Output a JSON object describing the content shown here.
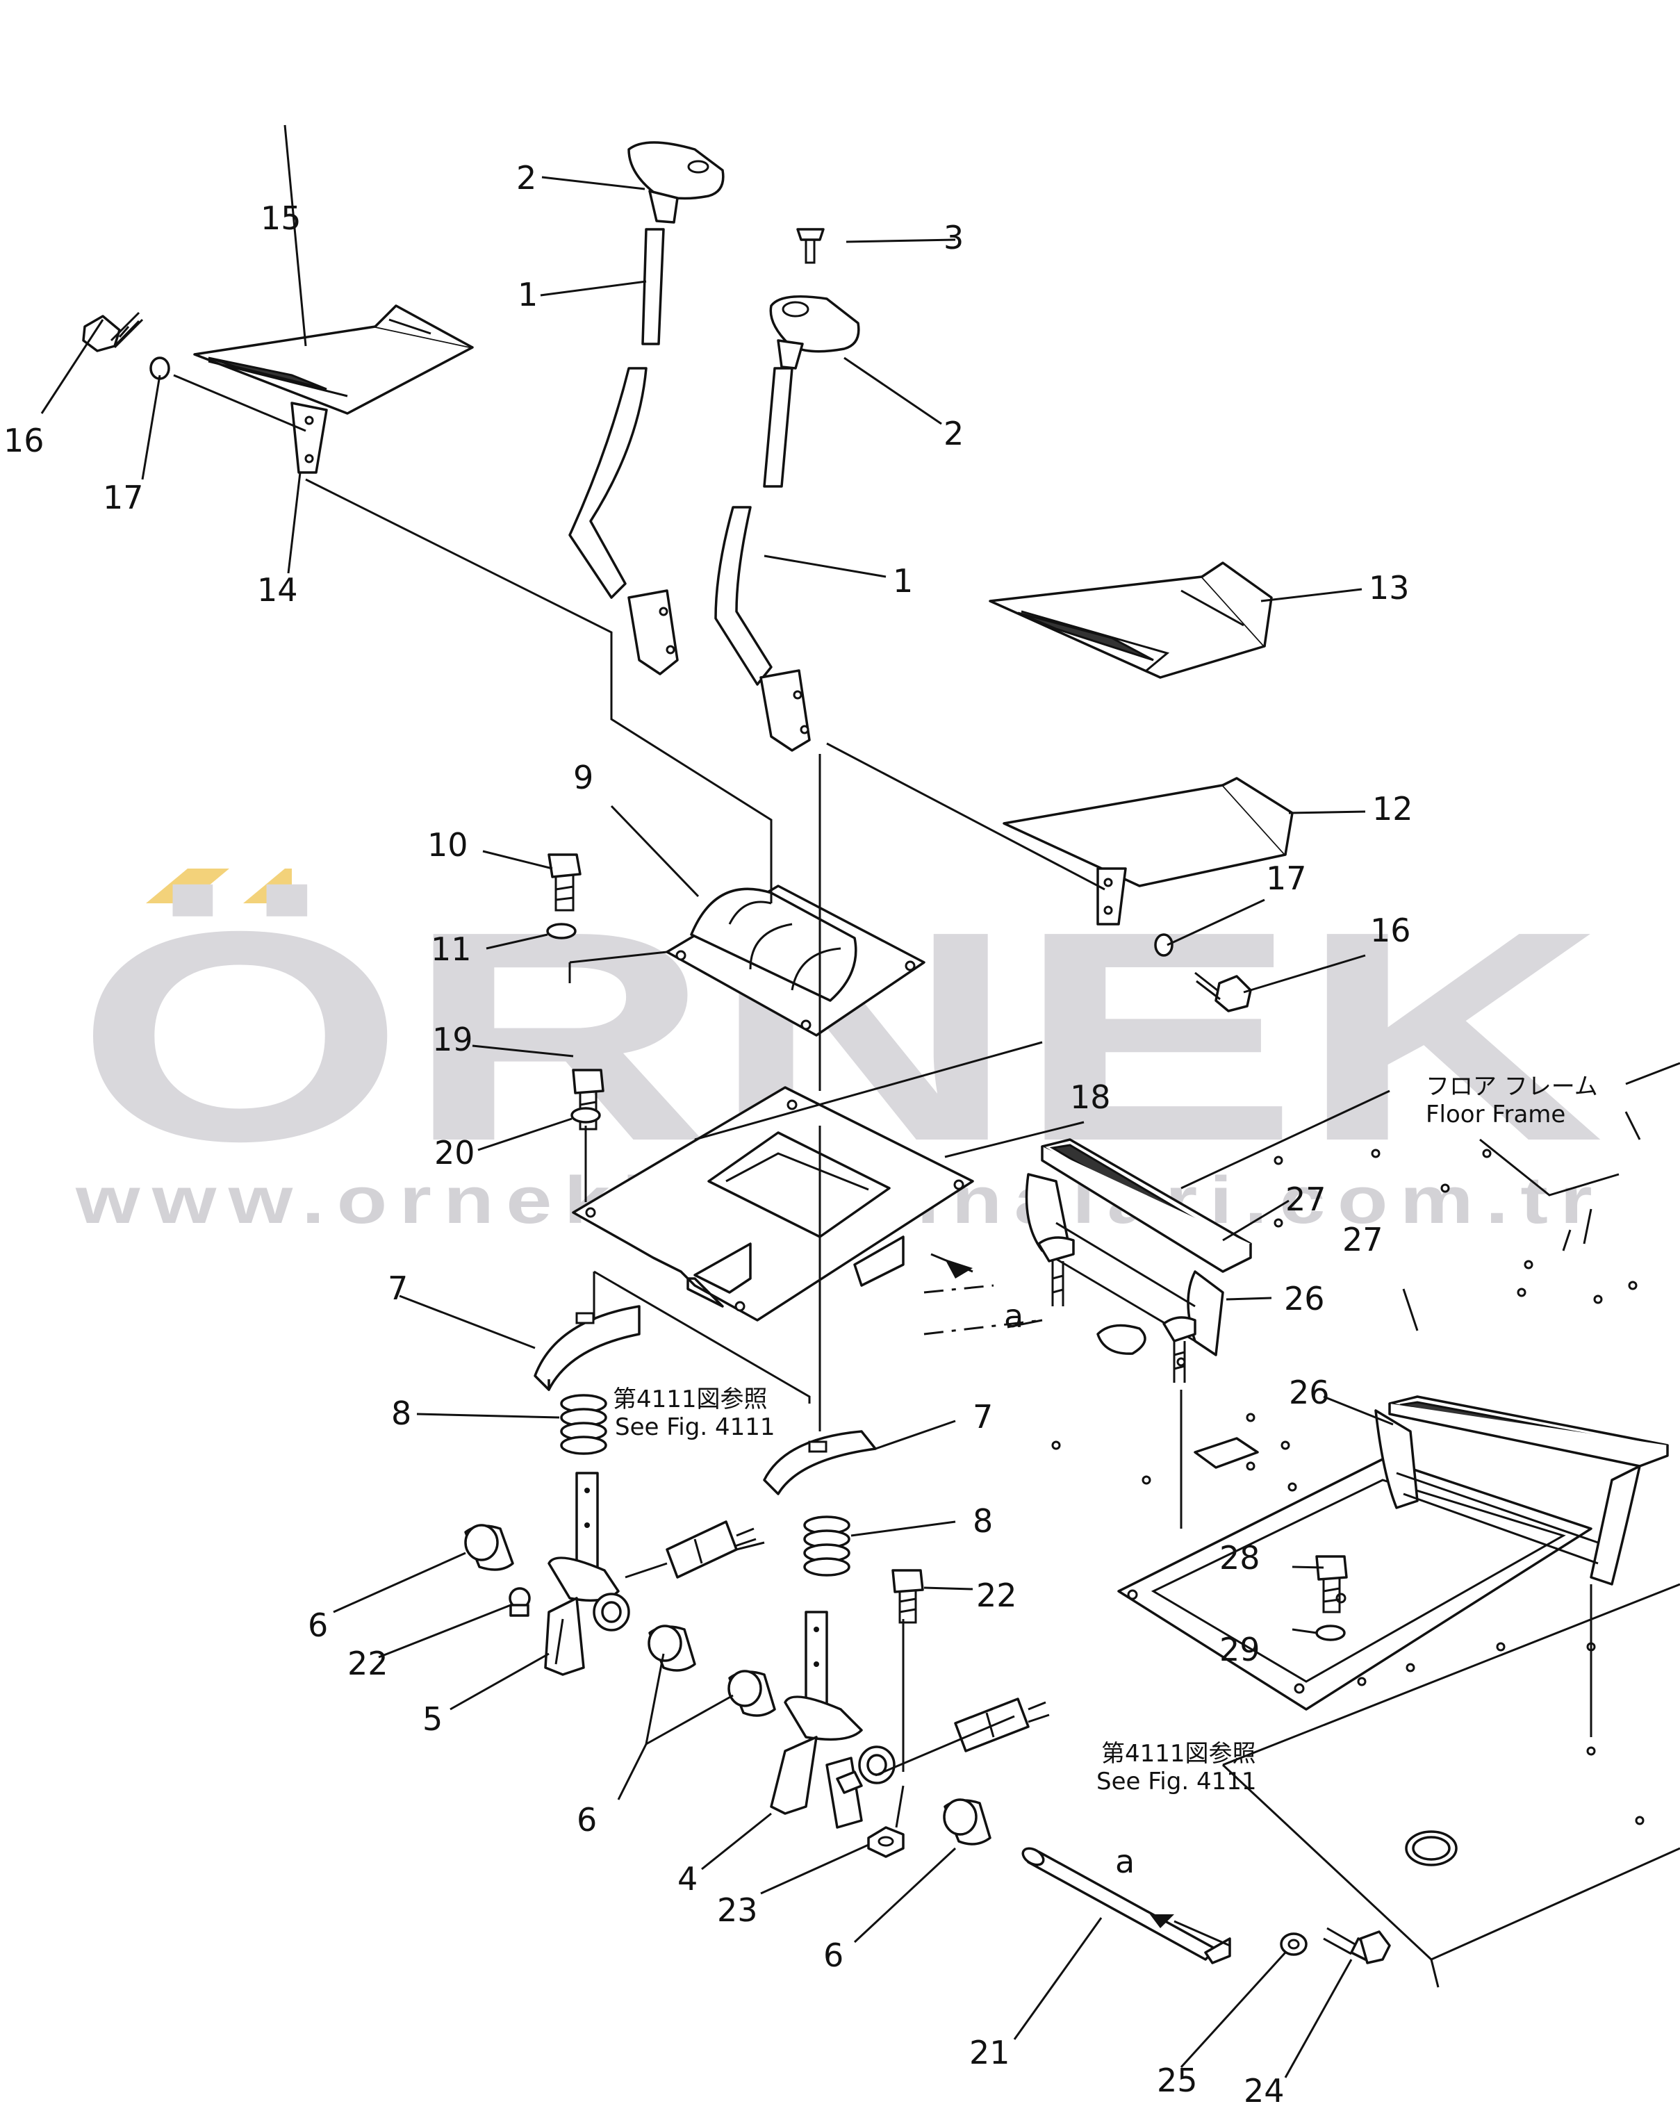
{
  "watermark": {
    "brand": "ÖRNEK",
    "url": "www.ornekismakinalari.com.tr",
    "accent_color": "#f3d27a",
    "text_color": "#d9d8dc"
  },
  "notes": {
    "floor_frame_jp": "フロア フレーム",
    "floor_frame_en": "Floor Frame",
    "see_fig_jp": "第4111図参照",
    "see_fig_en": "See Fig. 4111",
    "view_marker": "a"
  },
  "callouts": {
    "p1": "1",
    "p2": "2",
    "p3": "3",
    "p4": "4",
    "p5": "5",
    "p6": "6",
    "p7": "7",
    "p8": "8",
    "p9": "9",
    "p10": "10",
    "p11": "11",
    "p12": "12",
    "p13": "13",
    "p14": "14",
    "p15": "15",
    "p16": "16",
    "p17": "17",
    "p18": "18",
    "p19": "19",
    "p20": "20",
    "p21": "21",
    "p22": "22",
    "p23": "23",
    "p24": "24",
    "p25": "25",
    "p26": "26",
    "p27": "27",
    "p28": "28",
    "p29": "29"
  }
}
